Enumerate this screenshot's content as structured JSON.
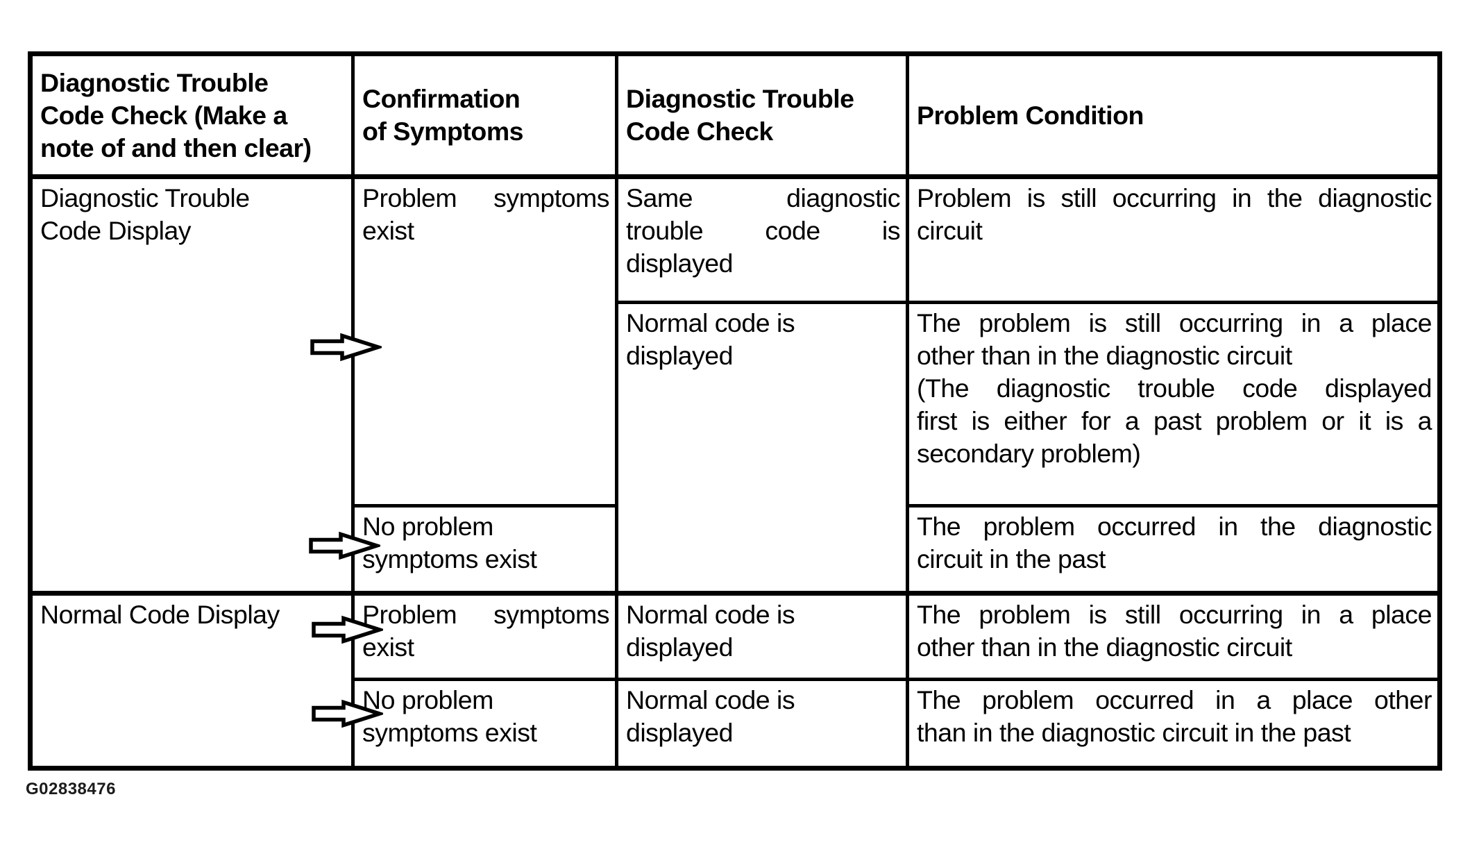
{
  "figure_id": "G02838476",
  "colors": {
    "border": "#000000",
    "text": "#000000",
    "background": "#ffffff"
  },
  "icons": {
    "flow_arrow": "hollow-right-arrow"
  },
  "table": {
    "headers": [
      {
        "label": "Diagnostic Trouble Code Check (Make a note of and then clear)",
        "lines": [
          "Diagnostic Trouble",
          "Code Check (Make a",
          "note of and then clear)"
        ]
      },
      {
        "label": "Confirmation of Symptoms",
        "lines": [
          "Confirmation",
          "of Symptoms"
        ]
      },
      {
        "label": "Diagnostic Trouble Code Check",
        "lines": [
          "Diagnostic Trouble",
          "Code Check"
        ]
      },
      {
        "label": "Problem Condition",
        "lines": [
          "Problem Condition"
        ]
      }
    ],
    "rows": [
      {
        "cells": {
          "c1": {
            "lines": [
              "Diagnostic Trouble",
              "Code Display"
            ]
          },
          "c2": {
            "lines": [
              "Problem symptoms",
              "exist"
            ],
            "stretch": [
              0
            ]
          },
          "c3": {
            "lines": [
              "Same diagnostic",
              "trouble code is",
              "displayed"
            ],
            "stretch": [
              0,
              1
            ]
          },
          "c4": {
            "lines": [
              "Problem is still occurring in the diagnostic",
              "circuit"
            ],
            "stretch": [
              0
            ]
          }
        }
      },
      {
        "cells": {
          "c3": {
            "lines": [
              "Normal code is",
              "displayed"
            ]
          },
          "c4": {
            "lines": [
              "The problem is still occurring in a place",
              "other than in the diagnostic circuit",
              "(The diagnostic trouble code displayed",
              "first is either for a past problem or it is a",
              "secondary problem)"
            ],
            "stretch": [
              0,
              2,
              3
            ]
          }
        }
      },
      {
        "cells": {
          "c2": {
            "lines": [
              "No problem",
              "symptoms exist"
            ]
          },
          "c4": {
            "lines": [
              "The problem occurred in the diagnostic",
              "circuit in the past"
            ],
            "stretch": [
              0
            ]
          }
        }
      },
      {
        "cells": {
          "c1": {
            "lines": [
              "Normal Code Display"
            ]
          },
          "c2": {
            "lines": [
              "Problem symptoms",
              "exist"
            ],
            "stretch": [
              0
            ]
          },
          "c3": {
            "lines": [
              "Normal code is",
              "displayed"
            ]
          },
          "c4": {
            "lines": [
              "The problem is still occurring in a place",
              "other than in the diagnostic circuit"
            ],
            "stretch": [
              0
            ]
          }
        }
      },
      {
        "cells": {
          "c2": {
            "lines": [
              "No problem",
              "symptoms exist"
            ]
          },
          "c3": {
            "lines": [
              "Normal code is",
              "displayed"
            ]
          },
          "c4": {
            "lines": [
              "The problem occurred in a place other",
              "than in the diagnostic circuit in the past"
            ],
            "stretch": [
              0
            ]
          }
        }
      }
    ]
  }
}
